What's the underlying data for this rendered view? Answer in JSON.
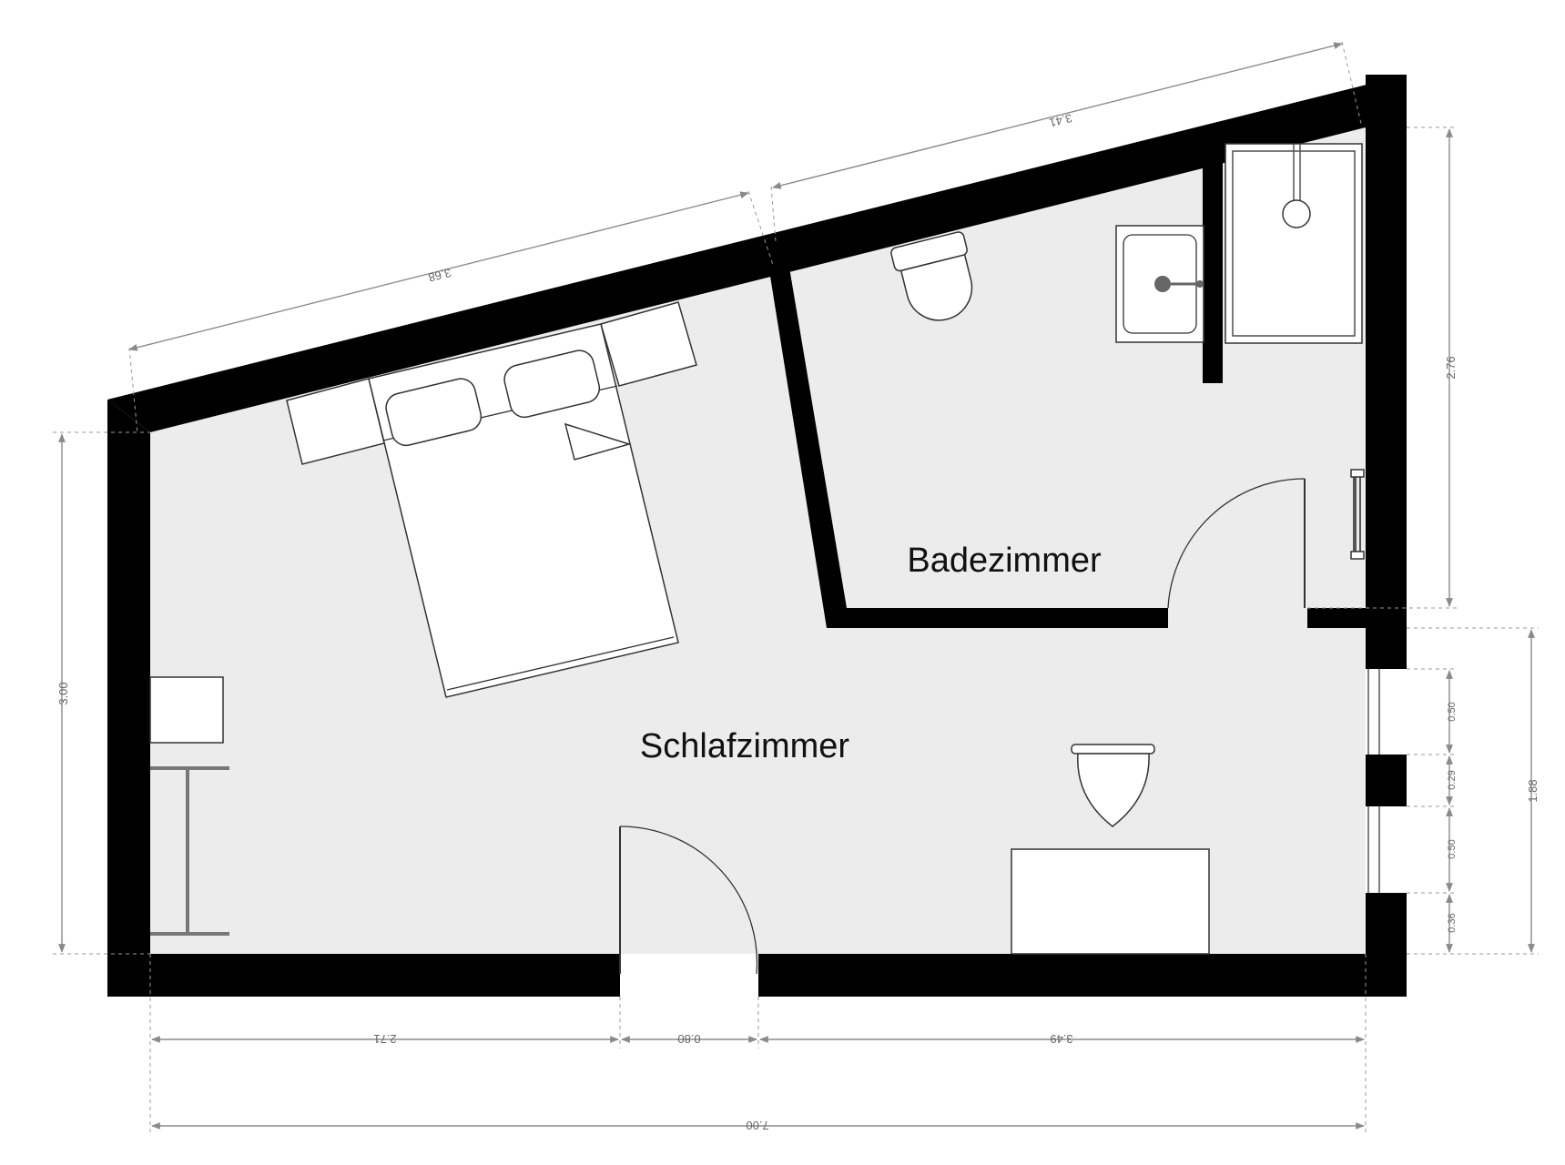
{
  "rooms": {
    "bedroom": "Schlafzimmer",
    "bathroom": "Badezimmer"
  },
  "dimensions": {
    "top_left_wall": "3.68",
    "top_right_wall": "3.41",
    "bottom_left": "2.71",
    "bottom_door": "0.80",
    "bottom_right": "3.49",
    "bottom_total": "7.00",
    "left_height": "3.00",
    "bath_right_height": "2.76",
    "right_total": "1.88",
    "window_segment_1": "0.50",
    "pier_segment": "0.29",
    "window_segment_2": "0.50",
    "lower_segment": "0.36"
  },
  "colors": {
    "wall": "#000000",
    "floor": "#ececec",
    "dimension": "#8a8a8a"
  }
}
